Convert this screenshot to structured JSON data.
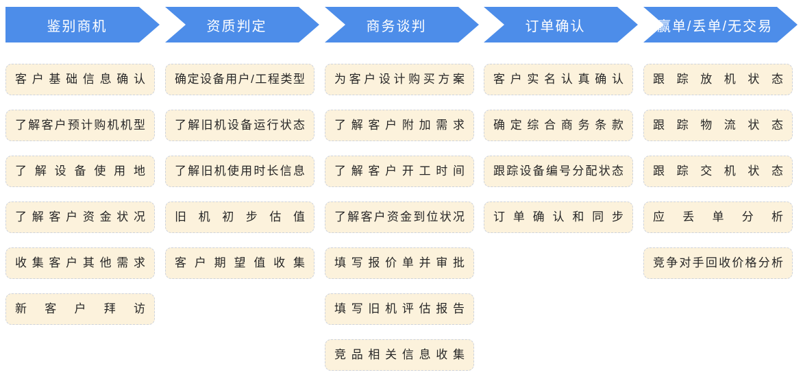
{
  "stages": [
    {
      "label": "鉴别商机",
      "tasks": [
        "客户基础信息确认",
        "了解客户预计购机机型",
        "了解设备使用地",
        "了解客户资金状况",
        "收集客户其他需求",
        "新客户拜访"
      ]
    },
    {
      "label": "资质判定",
      "tasks": [
        "确定设备用户/工程类型",
        "了解旧机设备运行状态",
        "了解旧机使用时长信息",
        "旧机初步估值",
        "客户期望值收集"
      ]
    },
    {
      "label": "商务谈判",
      "tasks": [
        "为客户设计购买方案",
        "了解客户附加需求",
        "了解客户开工时间",
        "了解客户资金到位状况",
        "填写报价单并审批",
        "填写旧机评估报告",
        "竞品相关信息收集"
      ]
    },
    {
      "label": "订单确认",
      "tasks": [
        "客户实名认真确认",
        "确定综合商务条款",
        "跟踪设备编号分配状态",
        "订单确认和同步"
      ]
    },
    {
      "label": "赢单/丢单/无交易",
      "tasks": [
        "跟踪放机状态",
        "跟踪物流状态",
        "跟踪交机状态",
        "应丢单分析",
        "竞争对手回收价格分析"
      ]
    }
  ],
  "colors": {
    "arrow_blue": "#4D8DE9",
    "arrow_text": "#FFFFFF",
    "card_bg": "#FCF2DC",
    "card_border": "#CDD2DB",
    "card_text": "#262626",
    "background": "#FFFFFF"
  }
}
